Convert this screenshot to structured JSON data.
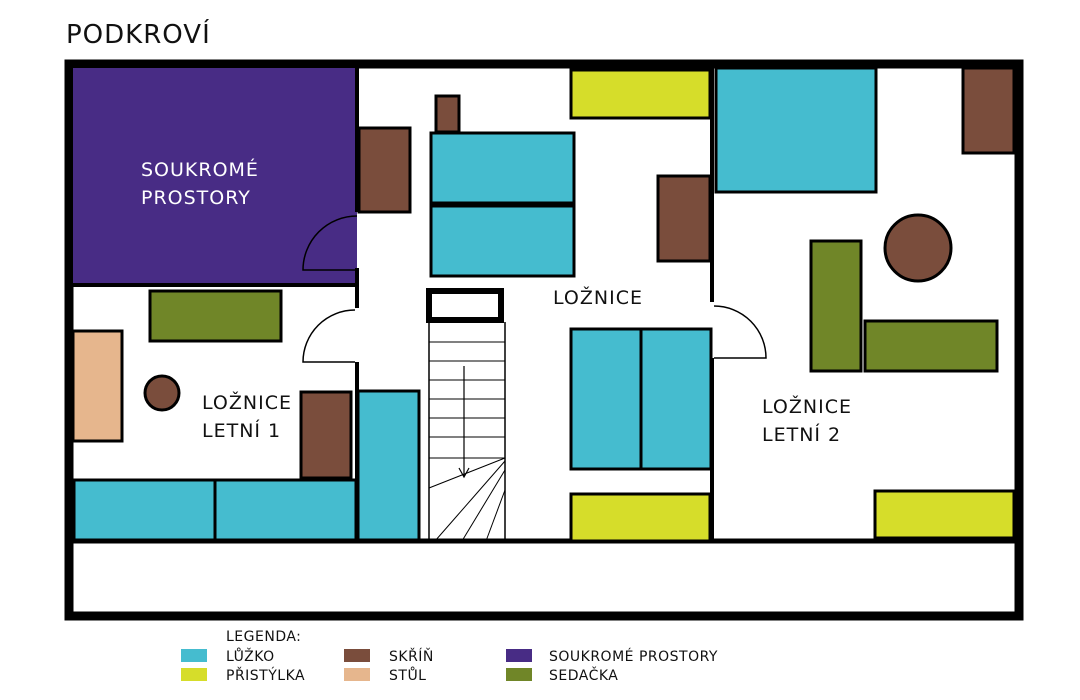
{
  "plan_title": "PODKROVÍ",
  "colors": {
    "bed": "#45bccf",
    "extra_bed": "#d6dd2a",
    "wardrobe": "#7a4d3c",
    "table": "#e6b68d",
    "private": "#482c85",
    "sofa": "#708628",
    "wall": "#000000"
  },
  "rooms": {
    "private": [
      "SOUKROMÉ",
      "PROSTORY"
    ],
    "summer1": [
      "LOŽNICE",
      "LETNÍ 1"
    ],
    "bedroom": [
      "LOŽNICE"
    ],
    "summer2": [
      "LOŽNICE",
      "LETNÍ 2"
    ]
  },
  "legend": {
    "title": "LEGENDA:",
    "items": [
      {
        "label": "LŮŽKO",
        "color": "#45bccf"
      },
      {
        "label": "PŘISTÝLKA",
        "color": "#d6dd2a"
      },
      {
        "label": "SKŘÍŇ",
        "color": "#7a4d3c"
      },
      {
        "label": "STŮL",
        "color": "#e6b68d"
      },
      {
        "label": "SOUKROMÉ PROSTORY",
        "color": "#482c85"
      },
      {
        "label": "SEDAČKA",
        "color": "#708628"
      }
    ]
  }
}
